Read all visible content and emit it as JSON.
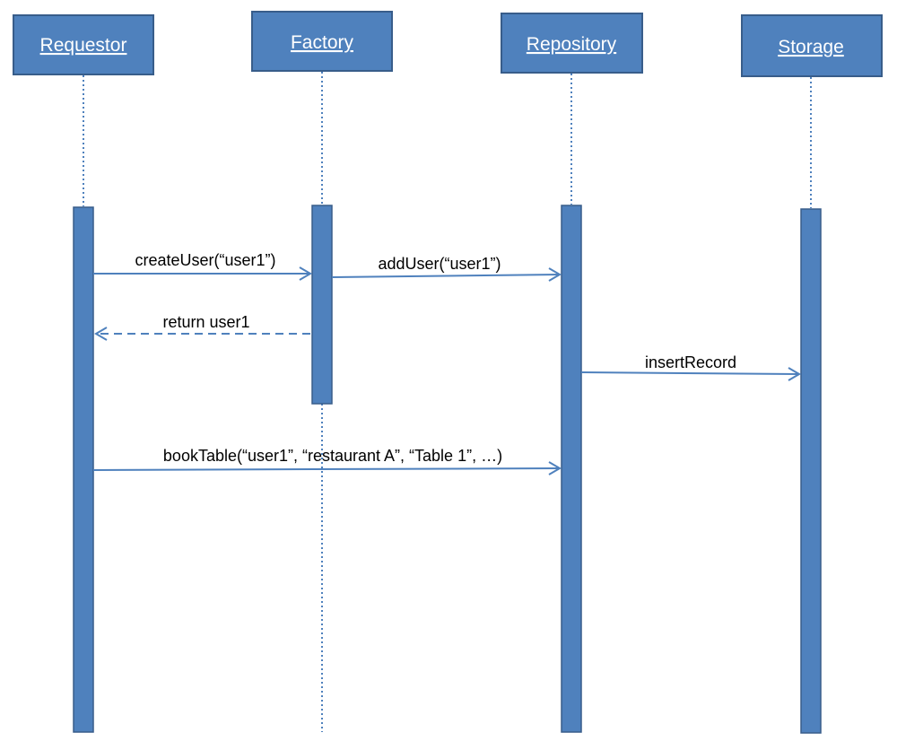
{
  "diagram": {
    "type": "sequence",
    "participants": [
      {
        "id": "requestor",
        "name": "Requestor"
      },
      {
        "id": "factory",
        "name": "Factory"
      },
      {
        "id": "repository",
        "name": "Repository"
      },
      {
        "id": "storage",
        "name": "Storage"
      }
    ],
    "messages": [
      {
        "id": "m1",
        "from": "requestor",
        "to": "factory",
        "label": "createUser(“user1”)",
        "style": "solid"
      },
      {
        "id": "m2",
        "from": "factory",
        "to": "repository",
        "label": "addUser(“user1”)",
        "style": "solid"
      },
      {
        "id": "m3",
        "from": "factory",
        "to": "requestor",
        "label": "return user1",
        "style": "dashed"
      },
      {
        "id": "m4",
        "from": "repository",
        "to": "storage",
        "label": "insertRecord",
        "style": "solid"
      },
      {
        "id": "m5",
        "from": "requestor",
        "to": "repository",
        "label": "bookTable(“user1”, “restaurant A”, “Table 1”, …)",
        "style": "solid"
      }
    ],
    "colors": {
      "box_fill": "#4f81bd",
      "box_border": "#385d8a",
      "box_text": "#ffffff",
      "line": "#4f81bd",
      "label_text": "#000000"
    }
  }
}
